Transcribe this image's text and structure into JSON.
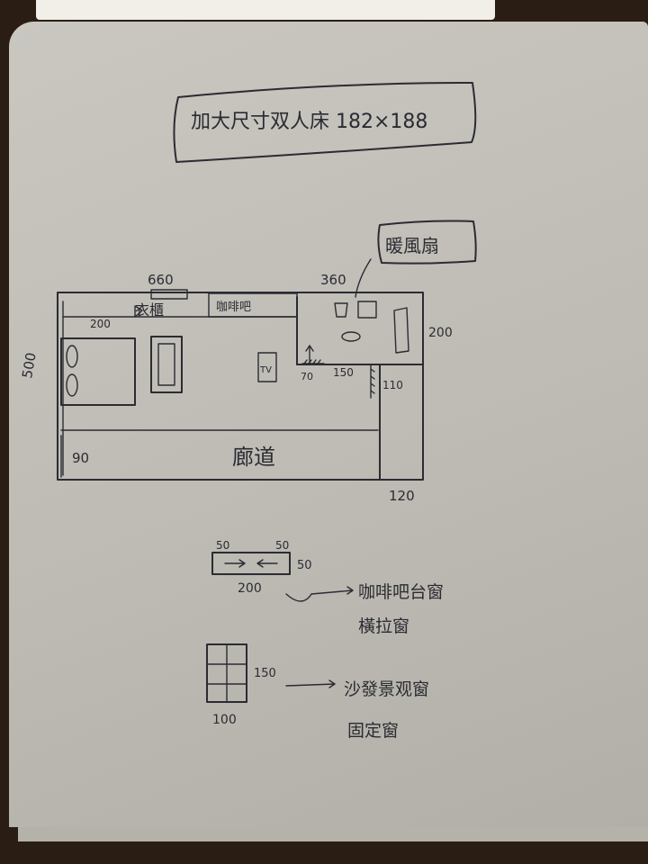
{
  "title": "加大尺寸双人床 182×188",
  "fan_label": "暖風扇",
  "dims": {
    "d660": "660",
    "d360": "360",
    "d200_top": "200",
    "d200_right": "200",
    "d90": "90",
    "d120": "120",
    "d110": "110",
    "d150": "150",
    "d70": "70",
    "d500": "500"
  },
  "room": {
    "wardrobe_label": "衣櫃",
    "cafe_label": "咖啡吧",
    "corridor_label": "廊道",
    "tv_label": "TV"
  },
  "window1": {
    "dim_left": "50",
    "dim_right": "50",
    "dim_height": "50",
    "dim_width": "200",
    "name": "咖啡吧台窗",
    "type": "橫拉窗"
  },
  "window2": {
    "dim_height": "150",
    "dim_width": "100",
    "name": "沙發景观窗",
    "type": "固定窗"
  }
}
